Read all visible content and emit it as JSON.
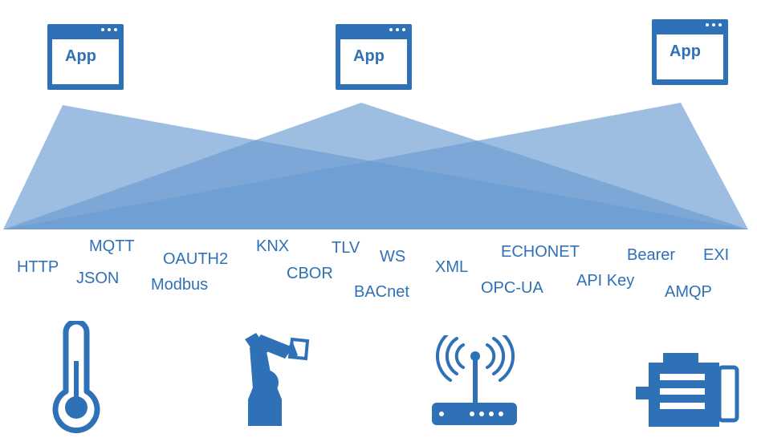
{
  "apps": [
    {
      "label": "App"
    },
    {
      "label": "App"
    },
    {
      "label": "App"
    }
  ],
  "protocols": [
    "HTTP",
    "MQTT",
    "JSON",
    "OAUTH2",
    "Modbus",
    "KNX",
    "CBOR",
    "TLV",
    "WS",
    "BACnet",
    "XML",
    "ECHONET",
    "OPC-UA",
    "API Key",
    "Bearer",
    "AMQP",
    "EXI"
  ],
  "devices": [
    {
      "icon": "thermometer-icon"
    },
    {
      "icon": "robot-arm-icon"
    },
    {
      "icon": "wireless-router-icon"
    },
    {
      "icon": "electric-motor-icon"
    }
  ],
  "colors": {
    "accent": "#2f71b6",
    "fan_fill": "#6a9bd1",
    "background": "#ffffff"
  }
}
